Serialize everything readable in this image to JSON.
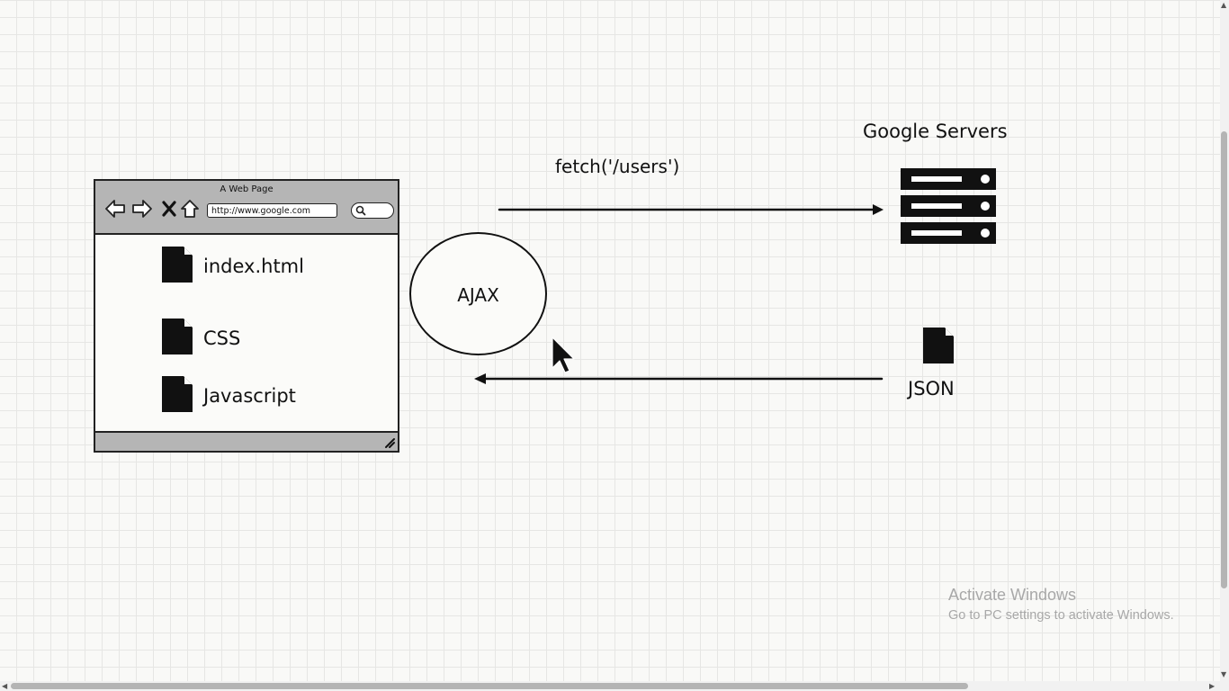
{
  "browser": {
    "title": "A Web Page",
    "url": "http://www.google.com",
    "files": [
      {
        "label": "index.html",
        "icon": "document-icon"
      },
      {
        "label": "CSS",
        "icon": "document-icon"
      },
      {
        "label": "Javascript",
        "icon": "document-icon"
      }
    ]
  },
  "ajax": {
    "label": "AJAX"
  },
  "request": {
    "label": "fetch('/users')"
  },
  "servers": {
    "title": "Google Servers",
    "icon": "server-rack-icon"
  },
  "response": {
    "label": "JSON",
    "icon": "document-icon"
  },
  "watermark": {
    "title": "Activate Windows",
    "subtitle": "Go to PC settings to activate Windows."
  },
  "colors": {
    "ink": "#111111",
    "toolbar_gray": "#b5b5b5",
    "grid": "#e6e6e4",
    "background": "#f9f9f7",
    "watermark": "#a8a8a8"
  }
}
